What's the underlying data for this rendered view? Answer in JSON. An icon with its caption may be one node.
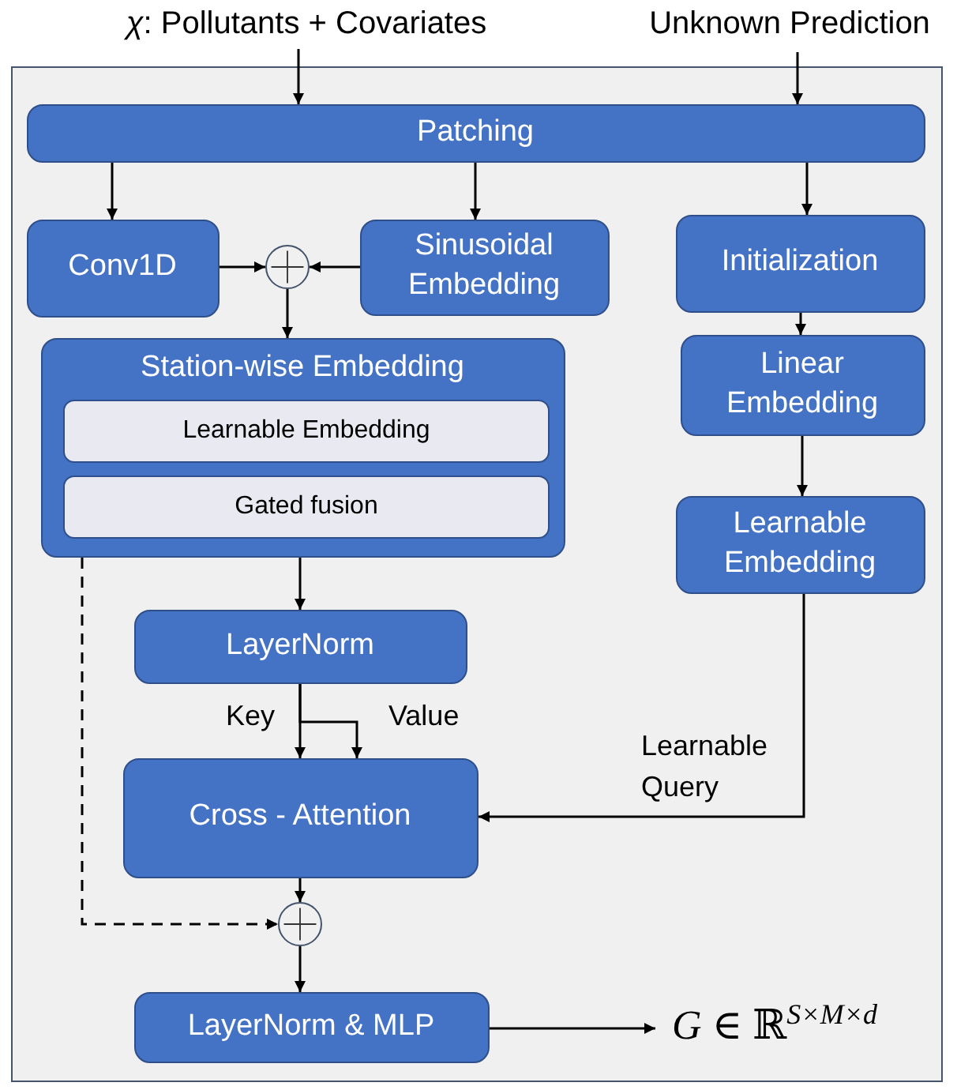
{
  "diagram": {
    "nodes": [
      {
        "text": [
          "*χ*: Pollutants + Covariates"
        ]
      },
      {
        "text": [
          "Unknown Prediction"
        ]
      },
      {
        "text": [],
        "shape": "box"
      },
      {
        "text": [
          "Patching"
        ],
        "in": 2
      },
      {
        "text": [
          "Conv1D"
        ],
        "in": 2
      },
      {
        "text": [
          "Sinusoidal Embedding"
        ],
        "in": 2
      },
      {
        "text": [],
        "shape": "circle",
        "in": 2
      },
      {
        "text": [
          "Station-wise Embedding"
        ],
        "in": 2
      },
      {
        "text": [
          "Learnable Embedding"
        ],
        "in": 7
      },
      {
        "text": [
          "Gated fusion"
        ],
        "in": 7
      },
      {
        "text": [
          "LayerNorm"
        ],
        "in": 2
      },
      {
        "text": [
          "Cross - Attention"
        ],
        "in": 2
      },
      {
        "text": [],
        "shape": "circle",
        "in": 2
      },
      {
        "text": [
          "LayerNorm & MLP"
        ],
        "in": 2
      },
      {
        "text": [
          "Initialization"
        ],
        "in": 2
      },
      {
        "text": [
          "Linear Embedding"
        ],
        "in": 2
      },
      {
        "text": [
          "Learnable Embedding"
        ],
        "in": 2
      },
      {
        "text": [
          "*G* ∈ ℝ$^{S×M×d}$"
        ],
        "in": 2
      }
    ],
    "edges": [
      {
        "from": 0,
        "to": 3,
        "arrow": "to"
      },
      {
        "from": 1,
        "to": 3,
        "arrow": "to"
      },
      {
        "from": 3,
        "to": 4,
        "arrow": "to"
      },
      {
        "from": 3,
        "to": 5,
        "arrow": "to"
      },
      {
        "from": 3,
        "to": 14,
        "arrow": "to"
      },
      {
        "from": 4,
        "to": 6,
        "arrow": "to"
      },
      {
        "from": 5,
        "to": 6,
        "arrow": "to"
      },
      {
        "from": 6,
        "to": 7,
        "arrow": "to"
      },
      {
        "from": 7,
        "to": 10,
        "arrow": "to"
      },
      {
        "from": 10,
        "to": 11,
        "arrow": "to",
        "label": "Key"
      },
      {
        "from": 10,
        "to": 11,
        "arrow": "to",
        "label": "Value"
      },
      {
        "from": 14,
        "to": 15,
        "arrow": "to"
      },
      {
        "from": 15,
        "to": 16,
        "arrow": "to"
      },
      {
        "from": 16,
        "to": 11,
        "arrow": "to",
        "label": "Learnable Query"
      },
      {
        "from": 11,
        "to": 12,
        "arrow": "to"
      },
      {
        "from": 7,
        "to": 12,
        "arrow": "to",
        "style": "dashed"
      },
      {
        "from": 12,
        "to": 13,
        "arrow": "to"
      },
      {
        "from": 13,
        "to": 17,
        "arrow": "to"
      }
    ]
  }
}
